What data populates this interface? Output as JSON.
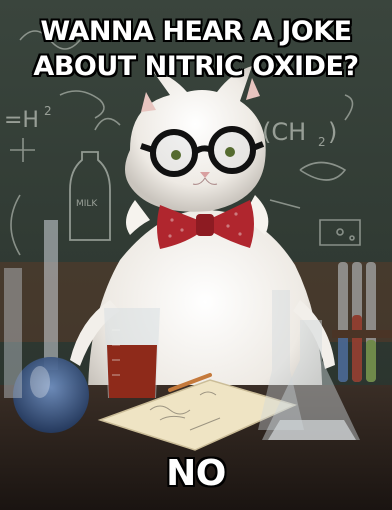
{
  "meme": {
    "top_text": [
      "WANNA HEAR A JOKE",
      "ABOUT NITRIC OXIDE?"
    ],
    "bottom_text": "NO"
  },
  "chalkboard": {
    "formula_left": "=H",
    "formula_left_super": "2",
    "formula_right": "(CH",
    "formula_right_sub": "2",
    "formula_right_end": ")",
    "bottle_label": "MILK"
  },
  "colors": {
    "chalkboard": "#2f3a33",
    "bowtie": "#b0262e",
    "table": "#2a211c",
    "liquid_red": "#8e2a1a",
    "liquid_blue": "#3a5a8c"
  }
}
